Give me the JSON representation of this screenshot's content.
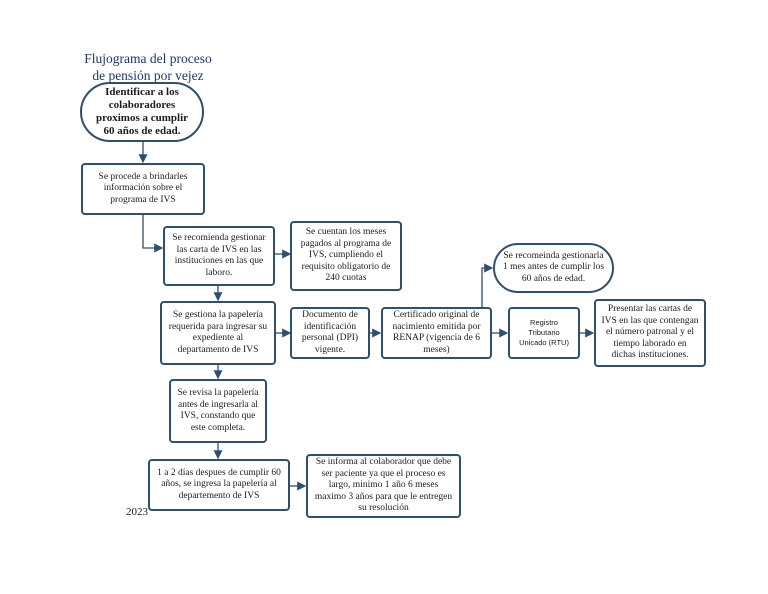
{
  "title": "Flujograma del proceso de pensión por vejez",
  "footer_year": "2023",
  "colors": {
    "box_border": "#2f4f6e",
    "title": "#1f3864",
    "arrow": "#2f4f6e"
  },
  "nodes": {
    "start": "Identificar a los colaboradores proximos a cumplir 60 años de edad.",
    "info": "Se procede a brindarles información sobre el programa de IVS",
    "recommend": "Se recomienda gestionar las carta de IVS en las instituciones en las que laboro.",
    "months": "Se cuentan los meses pagados al programa de IVS, cumpliendo el requisito obligatorio de 240 cuotas",
    "paperwork": "Se gestiona la papelería requerida para ingresar su expediente al departamento de IVS",
    "dpi": "Documento de identificación personal (DPI) vigente.",
    "birth_cert": "Certificado original de nacimiento emitida por RENAP (vigencia de 6 meses)",
    "recommend_month": "Se recomeinda gestionarla 1 mes antes de cumplir los 60 años de edad.",
    "rtu": "Registro Tributario Unicado (RTU)",
    "ivs_letters": "Presentar las cartas de IVS en las que contengan el número patronal y  el tiempo laborado en dichas instituciones.",
    "review": "Se revisa la papelería antes de ingresarla al IVS, constando que este completa.",
    "submit": "1 a 2 días despues de cumplir 60 años, se ingresa la papelería al departemento de IVS",
    "wait": "Se informa al colaborador que debe ser paciente ya que el proceso es largo, minimo 1 año 6 meses maximo 3 años para que le entregen su resolución"
  }
}
